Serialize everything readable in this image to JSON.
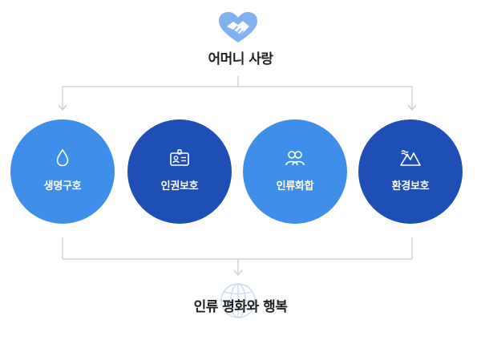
{
  "diagram": {
    "top_label": "어머니 사랑",
    "bottom_label": "인류 평화와 행복",
    "nodes": [
      {
        "label": "생명구호",
        "icon": "water-drop-icon",
        "color": "#3f8eea"
      },
      {
        "label": "인권보호",
        "icon": "id-card-icon",
        "color": "#1d4fb6"
      },
      {
        "label": "인류화합",
        "icon": "people-icon",
        "color": "#3f8eea"
      },
      {
        "label": "환경보호",
        "icon": "mountain-icon",
        "color": "#1d4fb6"
      }
    ],
    "colors": {
      "light_blue": "#3f8eea",
      "dark_blue": "#1d4fb6",
      "connector": "#cfd3d8",
      "heart": "#7fb2ee",
      "globe": "#c9dbf2"
    }
  }
}
